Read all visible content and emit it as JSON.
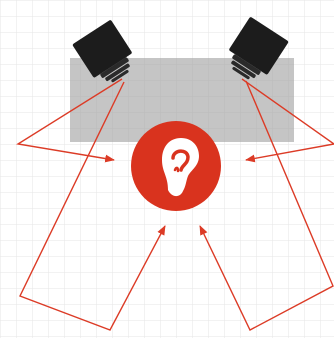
{
  "diagram": {
    "colors": {
      "background": "#ffffff",
      "grid": "#e6e6e6",
      "overlay": "#a6a6a6",
      "listener_circle": "#d9331e",
      "ray": "#dc3b26",
      "speaker_body": "#1c1c1c",
      "ear_glyph": "#ffffff"
    },
    "elements": {
      "grid": "grid-background",
      "overlay": "gray-rectangle-overlay",
      "listener": "ear-icon",
      "speakers": [
        "speaker-icon-left",
        "speaker-icon-right"
      ],
      "rays": "sound-reflection-rays"
    }
  }
}
